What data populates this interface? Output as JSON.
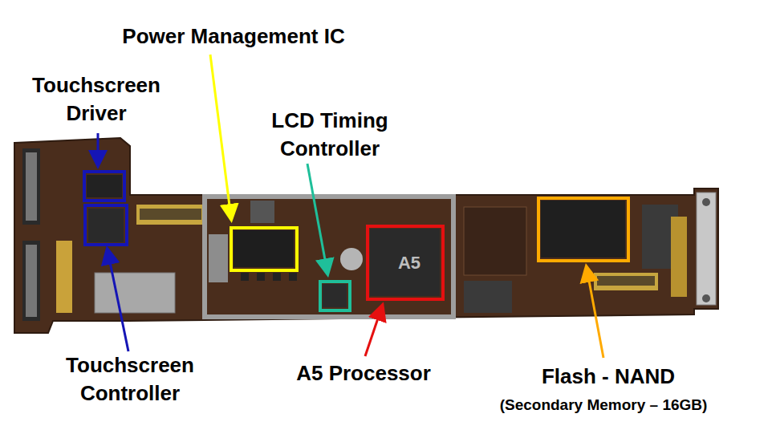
{
  "diagram": {
    "labels": [
      "Power Management IC",
      "Touchscreen Driver",
      "LCD Timing Controller",
      "Touchscreen Controller",
      "A5 Processor",
      "Flash - NAND",
      "(Secondary Memory – 16GB)",
      "A5"
    ]
  }
}
